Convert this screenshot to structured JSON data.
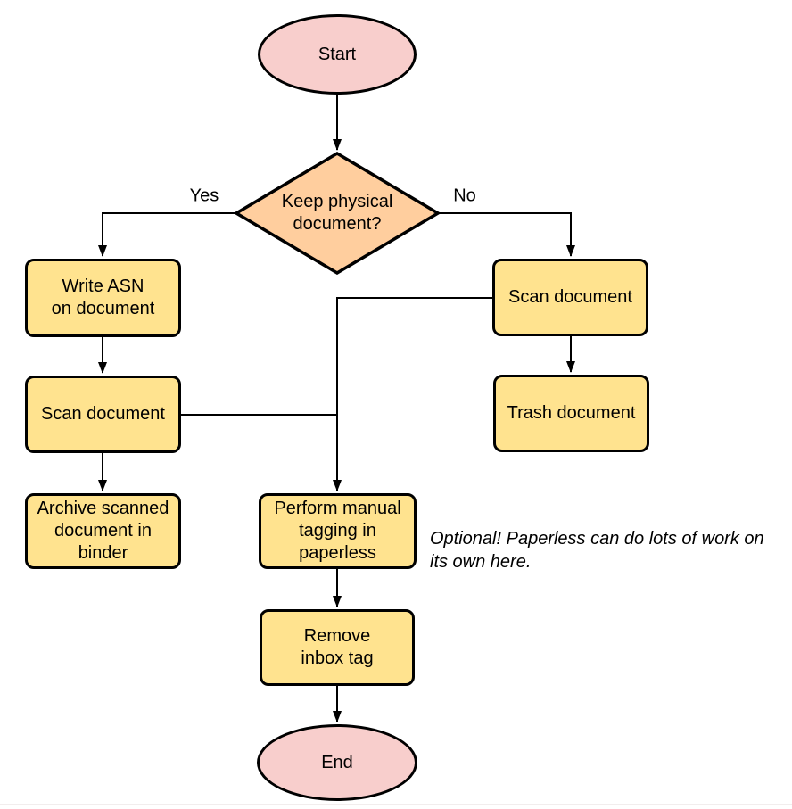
{
  "diagram": {
    "title": "Document scanning / paperless workflow flowchart",
    "nodes": {
      "start": {
        "label": "Start",
        "type": "terminal"
      },
      "decision": {
        "label": "Keep physical\ndocument?",
        "type": "decision"
      },
      "write_asn": {
        "label": "Write ASN\non document",
        "type": "process"
      },
      "scan_left": {
        "label": "Scan document",
        "type": "process"
      },
      "archive": {
        "label": "Archive scanned\ndocument in\nbinder",
        "type": "process"
      },
      "scan_right": {
        "label": "Scan document",
        "type": "process"
      },
      "trash": {
        "label": "Trash document",
        "type": "process"
      },
      "tagging": {
        "label": "Perform manual\ntagging in\npaperless",
        "type": "process"
      },
      "remove_inbox": {
        "label": "Remove\ninbox tag",
        "type": "process"
      },
      "end": {
        "label": "End",
        "type": "terminal"
      }
    },
    "edge_labels": {
      "yes": "Yes",
      "no": "No"
    },
    "note": "Optional! Paperless can do lots of work on\nits own here.",
    "colors": {
      "terminal_fill": "#f8cecc",
      "decision_fill": "#ffce9e",
      "process_fill": "#ffe38f",
      "stroke": "#000000",
      "text": "#000000"
    }
  }
}
